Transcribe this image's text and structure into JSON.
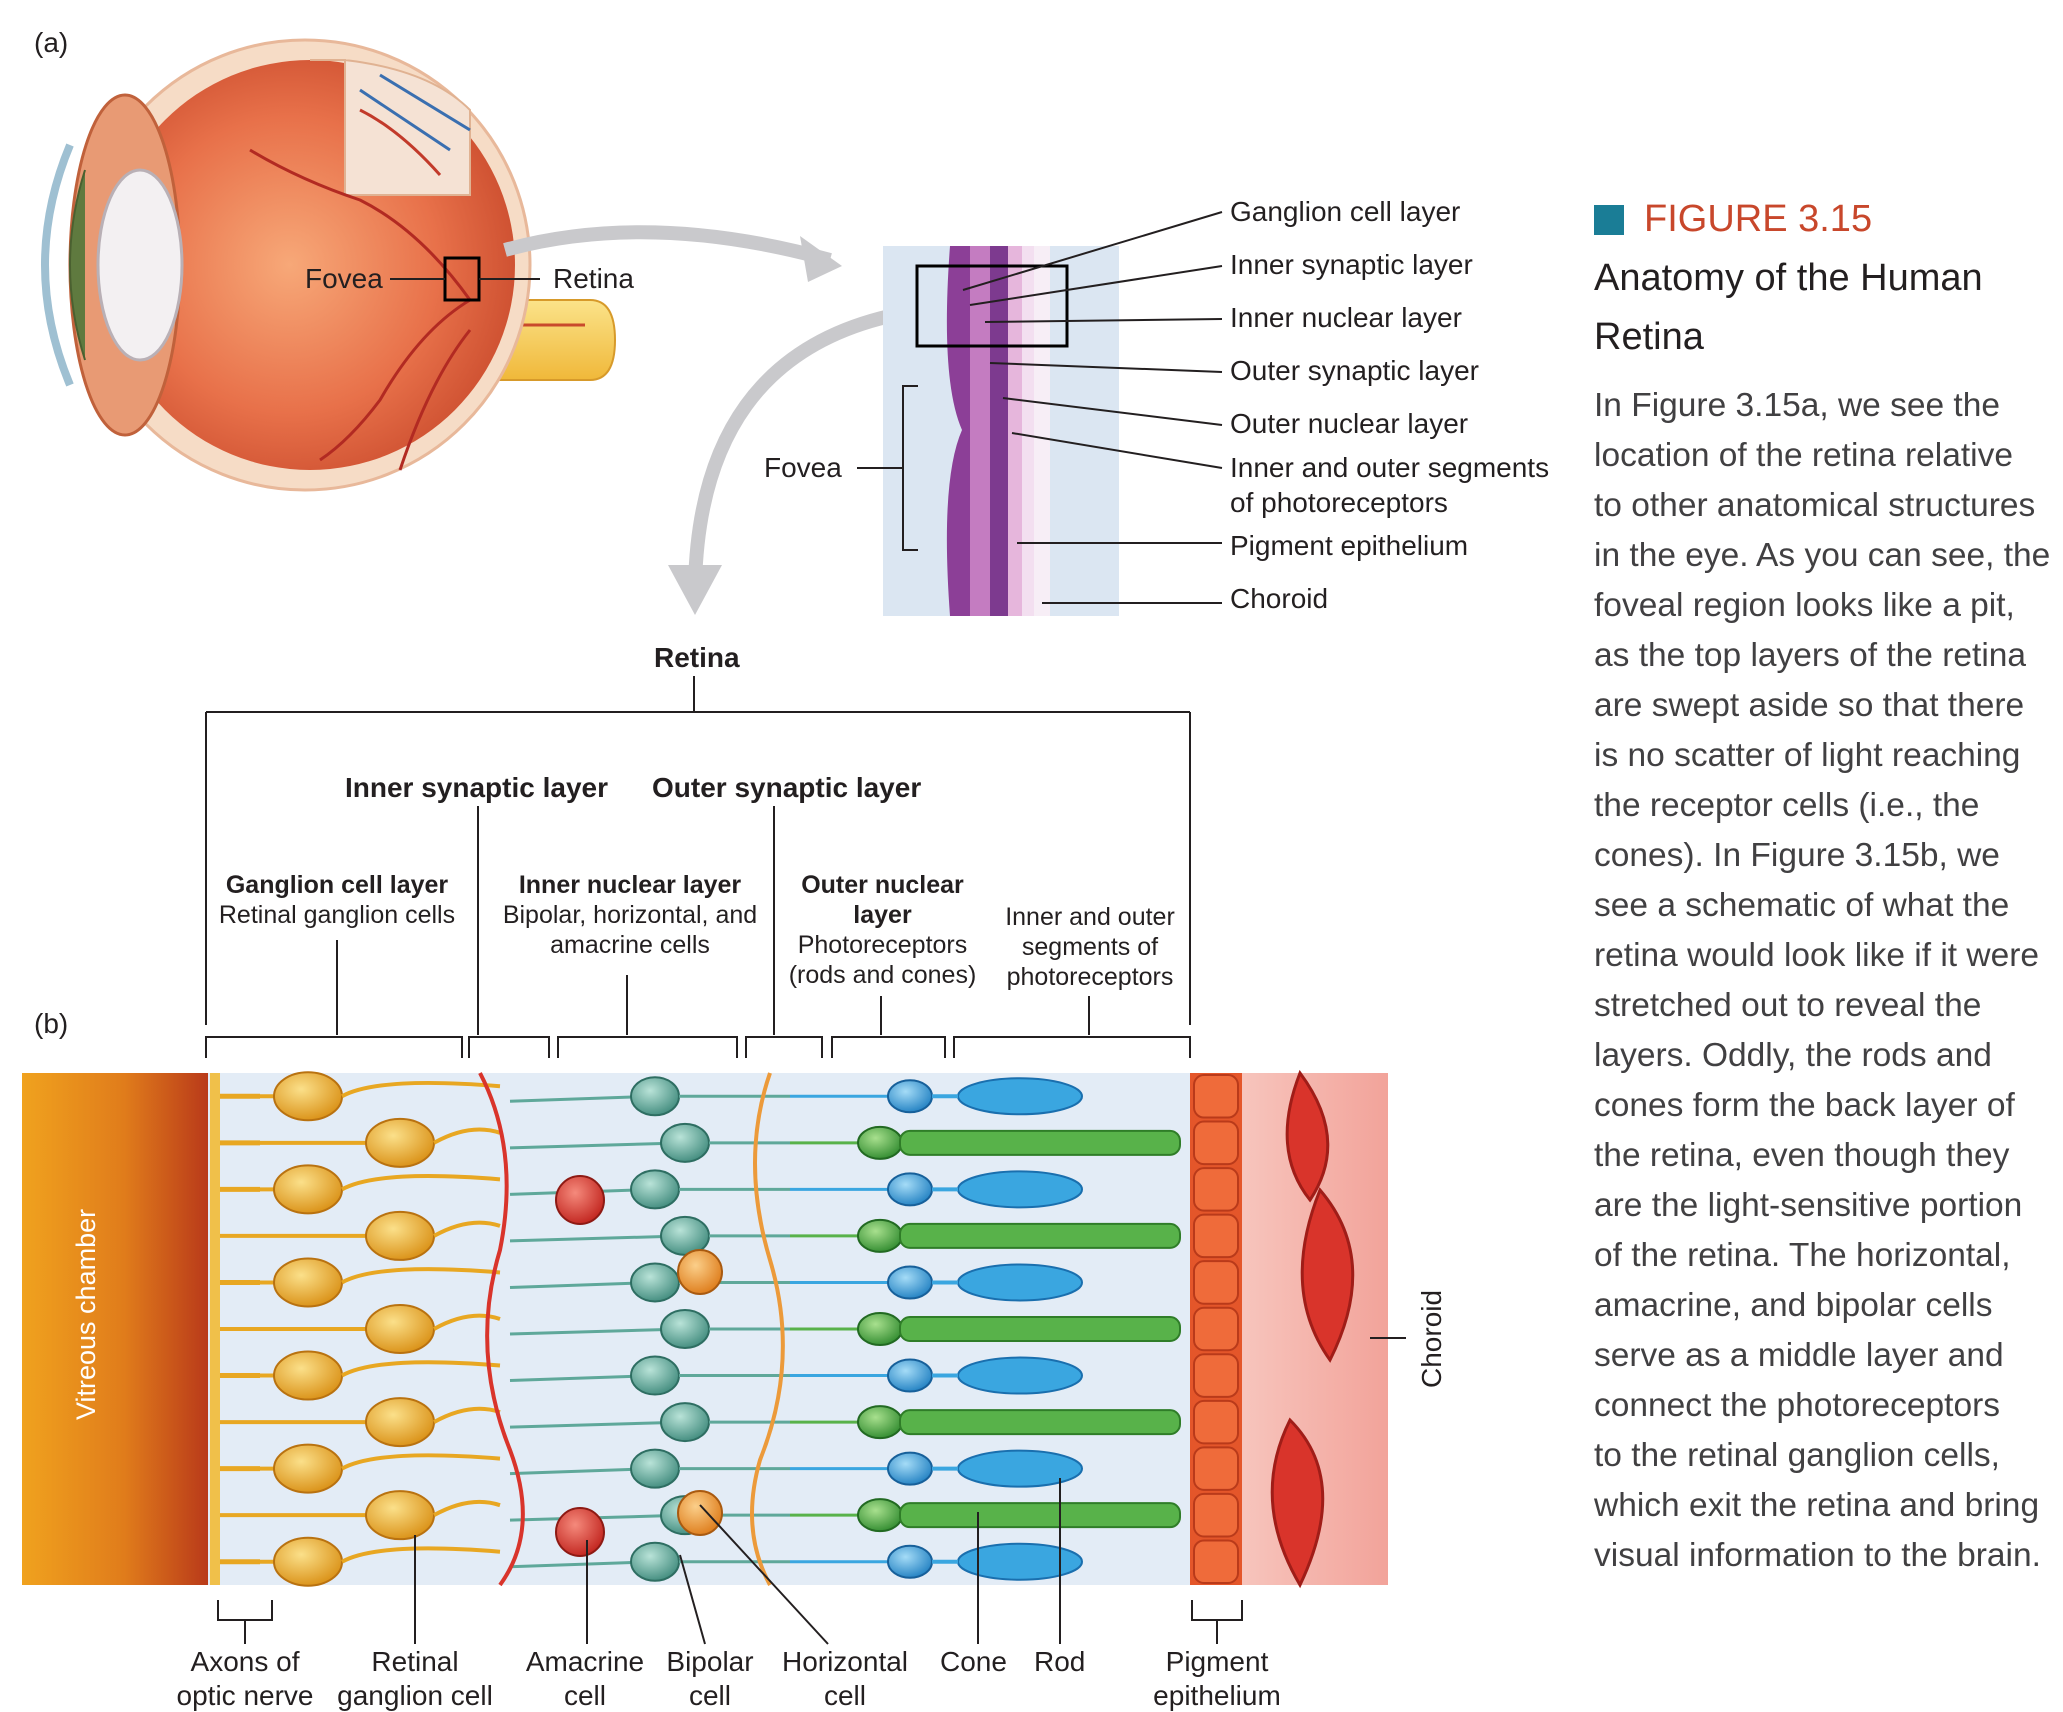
{
  "panel_labels": {
    "a": "(a)",
    "b": "(b)"
  },
  "eye": {
    "fovea": "Fovea",
    "retina": "Retina"
  },
  "section": {
    "fovea": "Fovea",
    "layers": [
      "Ganglion cell layer",
      "Inner synaptic layer",
      "Inner nuclear layer",
      "Outer synaptic layer",
      "Outer nuclear layer",
      "Inner and outer segments",
      "of photoreceptors",
      "Pigment epithelium",
      "Choroid"
    ]
  },
  "retina_header": "Retina",
  "synaptic": {
    "inner": "Inner synaptic layer",
    "outer": "Outer synaptic layer"
  },
  "groups": {
    "ganglion": {
      "title": "Ganglion cell layer",
      "sub": "Retinal ganglion cells"
    },
    "inner_nuclear": {
      "title": "Inner nuclear layer",
      "sub1": "Bipolar, horizontal, and",
      "sub2": "amacrine cells"
    },
    "outer_nuclear": {
      "title1": "Outer nuclear",
      "title2": "layer",
      "sub1": "Photoreceptors",
      "sub2": "(rods and cones)"
    },
    "segments": {
      "l1": "Inner and outer",
      "l2": "segments of",
      "l3": "photoreceptors"
    }
  },
  "side": {
    "vitreous": "Vitreous chamber",
    "choroid": "Choroid"
  },
  "bottom": {
    "axons1": "Axons of",
    "axons2": "optic nerve",
    "rgc1": "Retinal",
    "rgc2": "ganglion cell",
    "amacrine1": "Amacrine",
    "amacrine2": "cell",
    "bipolar1": "Bipolar",
    "bipolar2": "cell",
    "horizontal1": "Horizontal",
    "horizontal2": "cell",
    "cone": "Cone",
    "rod": "Rod",
    "pigment1": "Pigment",
    "pigment2": "epithelium"
  },
  "caption": {
    "figure": "FIGURE 3.15",
    "title1": "Anatomy of the Human",
    "title2": "Retina",
    "body": [
      "In Figure 3.15a, we see the",
      "location of the retina relative",
      "to other anatomical structures",
      "in the eye. As you can see, the",
      "foveal region looks like a pit,",
      "as the top layers of the retina",
      "are swept aside so that there",
      "is no scatter of light reaching",
      "the receptor cells (i.e., the",
      "cones). In Figure 3.15b, we",
      "see a schematic of what the",
      "retina would look like if it were",
      "stretched out to reveal the",
      "layers. Oddly, the rods and",
      "cones form the back layer of",
      "the retina, even though they",
      "are the light-sensitive portion",
      "of the retina. The horizontal,",
      "amacrine, and bipolar cells",
      "serve as a middle layer and",
      "connect the photoreceptors",
      "to the retinal ganglion cells,",
      "which exit the retina and bring",
      "visual information to the brain."
    ]
  },
  "colors": {
    "figure_accent": "#c8472b",
    "figure_square": "#1a7d96",
    "ganglion": "#e8a722",
    "bipolar": "#5fa89a",
    "amacrine": "#d9342b",
    "horizontal": "#ec9a3a",
    "cone": "#3aa6e0",
    "rod": "#58b24a",
    "pigment": "#e4562a",
    "choroid": "#f4b7b0",
    "vitreous": "#e08a1e"
  }
}
